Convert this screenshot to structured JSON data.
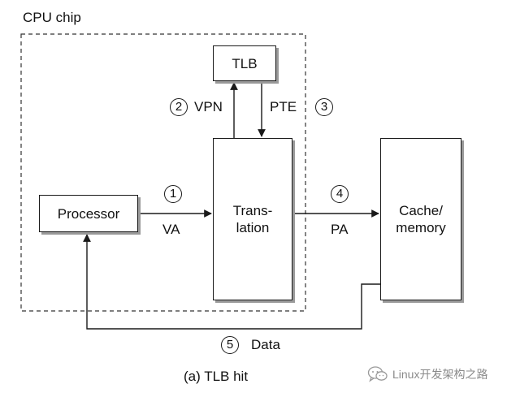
{
  "diagram": {
    "chip_label": "CPU chip",
    "boxes": {
      "tlb": "TLB",
      "processor": "Processor",
      "translation": "Trans-\nlation",
      "cache": "Cache/\nmemory"
    },
    "steps": {
      "s1": "1",
      "s2": "2",
      "s3": "3",
      "s4": "4",
      "s5": "5"
    },
    "labels": {
      "vpn": "VPN",
      "pte": "PTE",
      "va": "VA",
      "pa": "PA",
      "data": "Data"
    },
    "caption": "(a) TLB hit"
  },
  "watermark": {
    "text": "Linux开发架构之路",
    "icon": "wechat-icon"
  }
}
